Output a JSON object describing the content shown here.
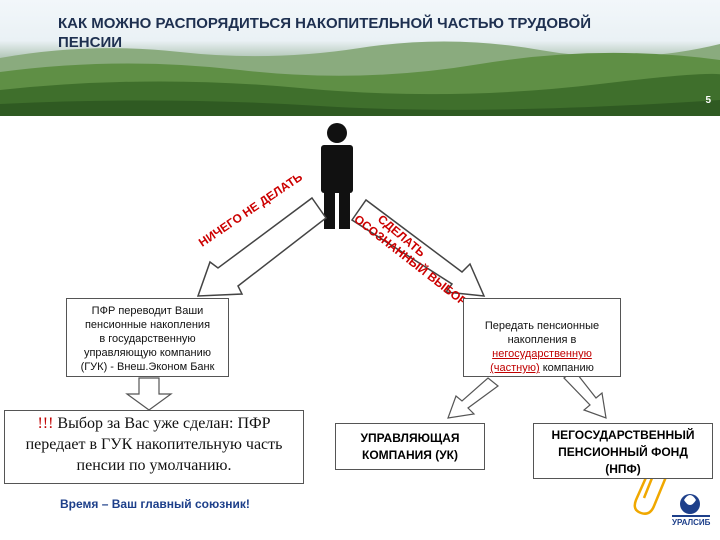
{
  "header": {
    "title": "КАК МОЖНО РАСПОРЯДИТЬСЯ НАКОПИТЕЛЬНОЙ ЧАСТЬЮ ТРУДОВОЙ ПЕНСИИ",
    "slide_number": "5"
  },
  "arrows": {
    "left_label": "НИЧЕГО НЕ ДЕЛАТЬ",
    "right_label_line1": "СДЕЛАТЬ",
    "right_label_line2": "ОСОЗНАННЫЙ ВЫБОР"
  },
  "left_box": {
    "text_line1": "ПФР переводит Ваши",
    "text_line2": "пенсионные накопления",
    "text_line3": "в государственную",
    "text_line4": "управляющую компанию",
    "text_line5": "(ГУК) - Внеш.Эконом Банк"
  },
  "right_box": {
    "text_line1": "Передать пенсионные",
    "text_line2": "накопления в",
    "text_red1": "негосударственную",
    "text_red2": "(частную)",
    "text_tail": " компанию"
  },
  "note_box": {
    "exclaim": "!!!",
    "text_line1": " Выбор за Вас уже сделан: ПФР",
    "text_line2": "передает в ГУК накопительную часть",
    "text_line3": "пенсии по умолчанию."
  },
  "uk_box": {
    "line1": "УПРАВЛЯЮЩАЯ",
    "line2": "КОМПАНИЯ (УК)"
  },
  "npf_box": {
    "line1": "НЕГОСУДАРСТВЕННЫЙ",
    "line2": "ПЕНСИОННЫЙ ФОНД",
    "line3": "(НПФ)"
  },
  "footer": {
    "text": "Время – Ваш главный союзник!",
    "logo_text": "УРАЛСИБ"
  },
  "colors": {
    "title": "#1e3050",
    "arrow_label": "#cc0000",
    "footer": "#1d3f8a",
    "logo": "#1d3f8a"
  }
}
